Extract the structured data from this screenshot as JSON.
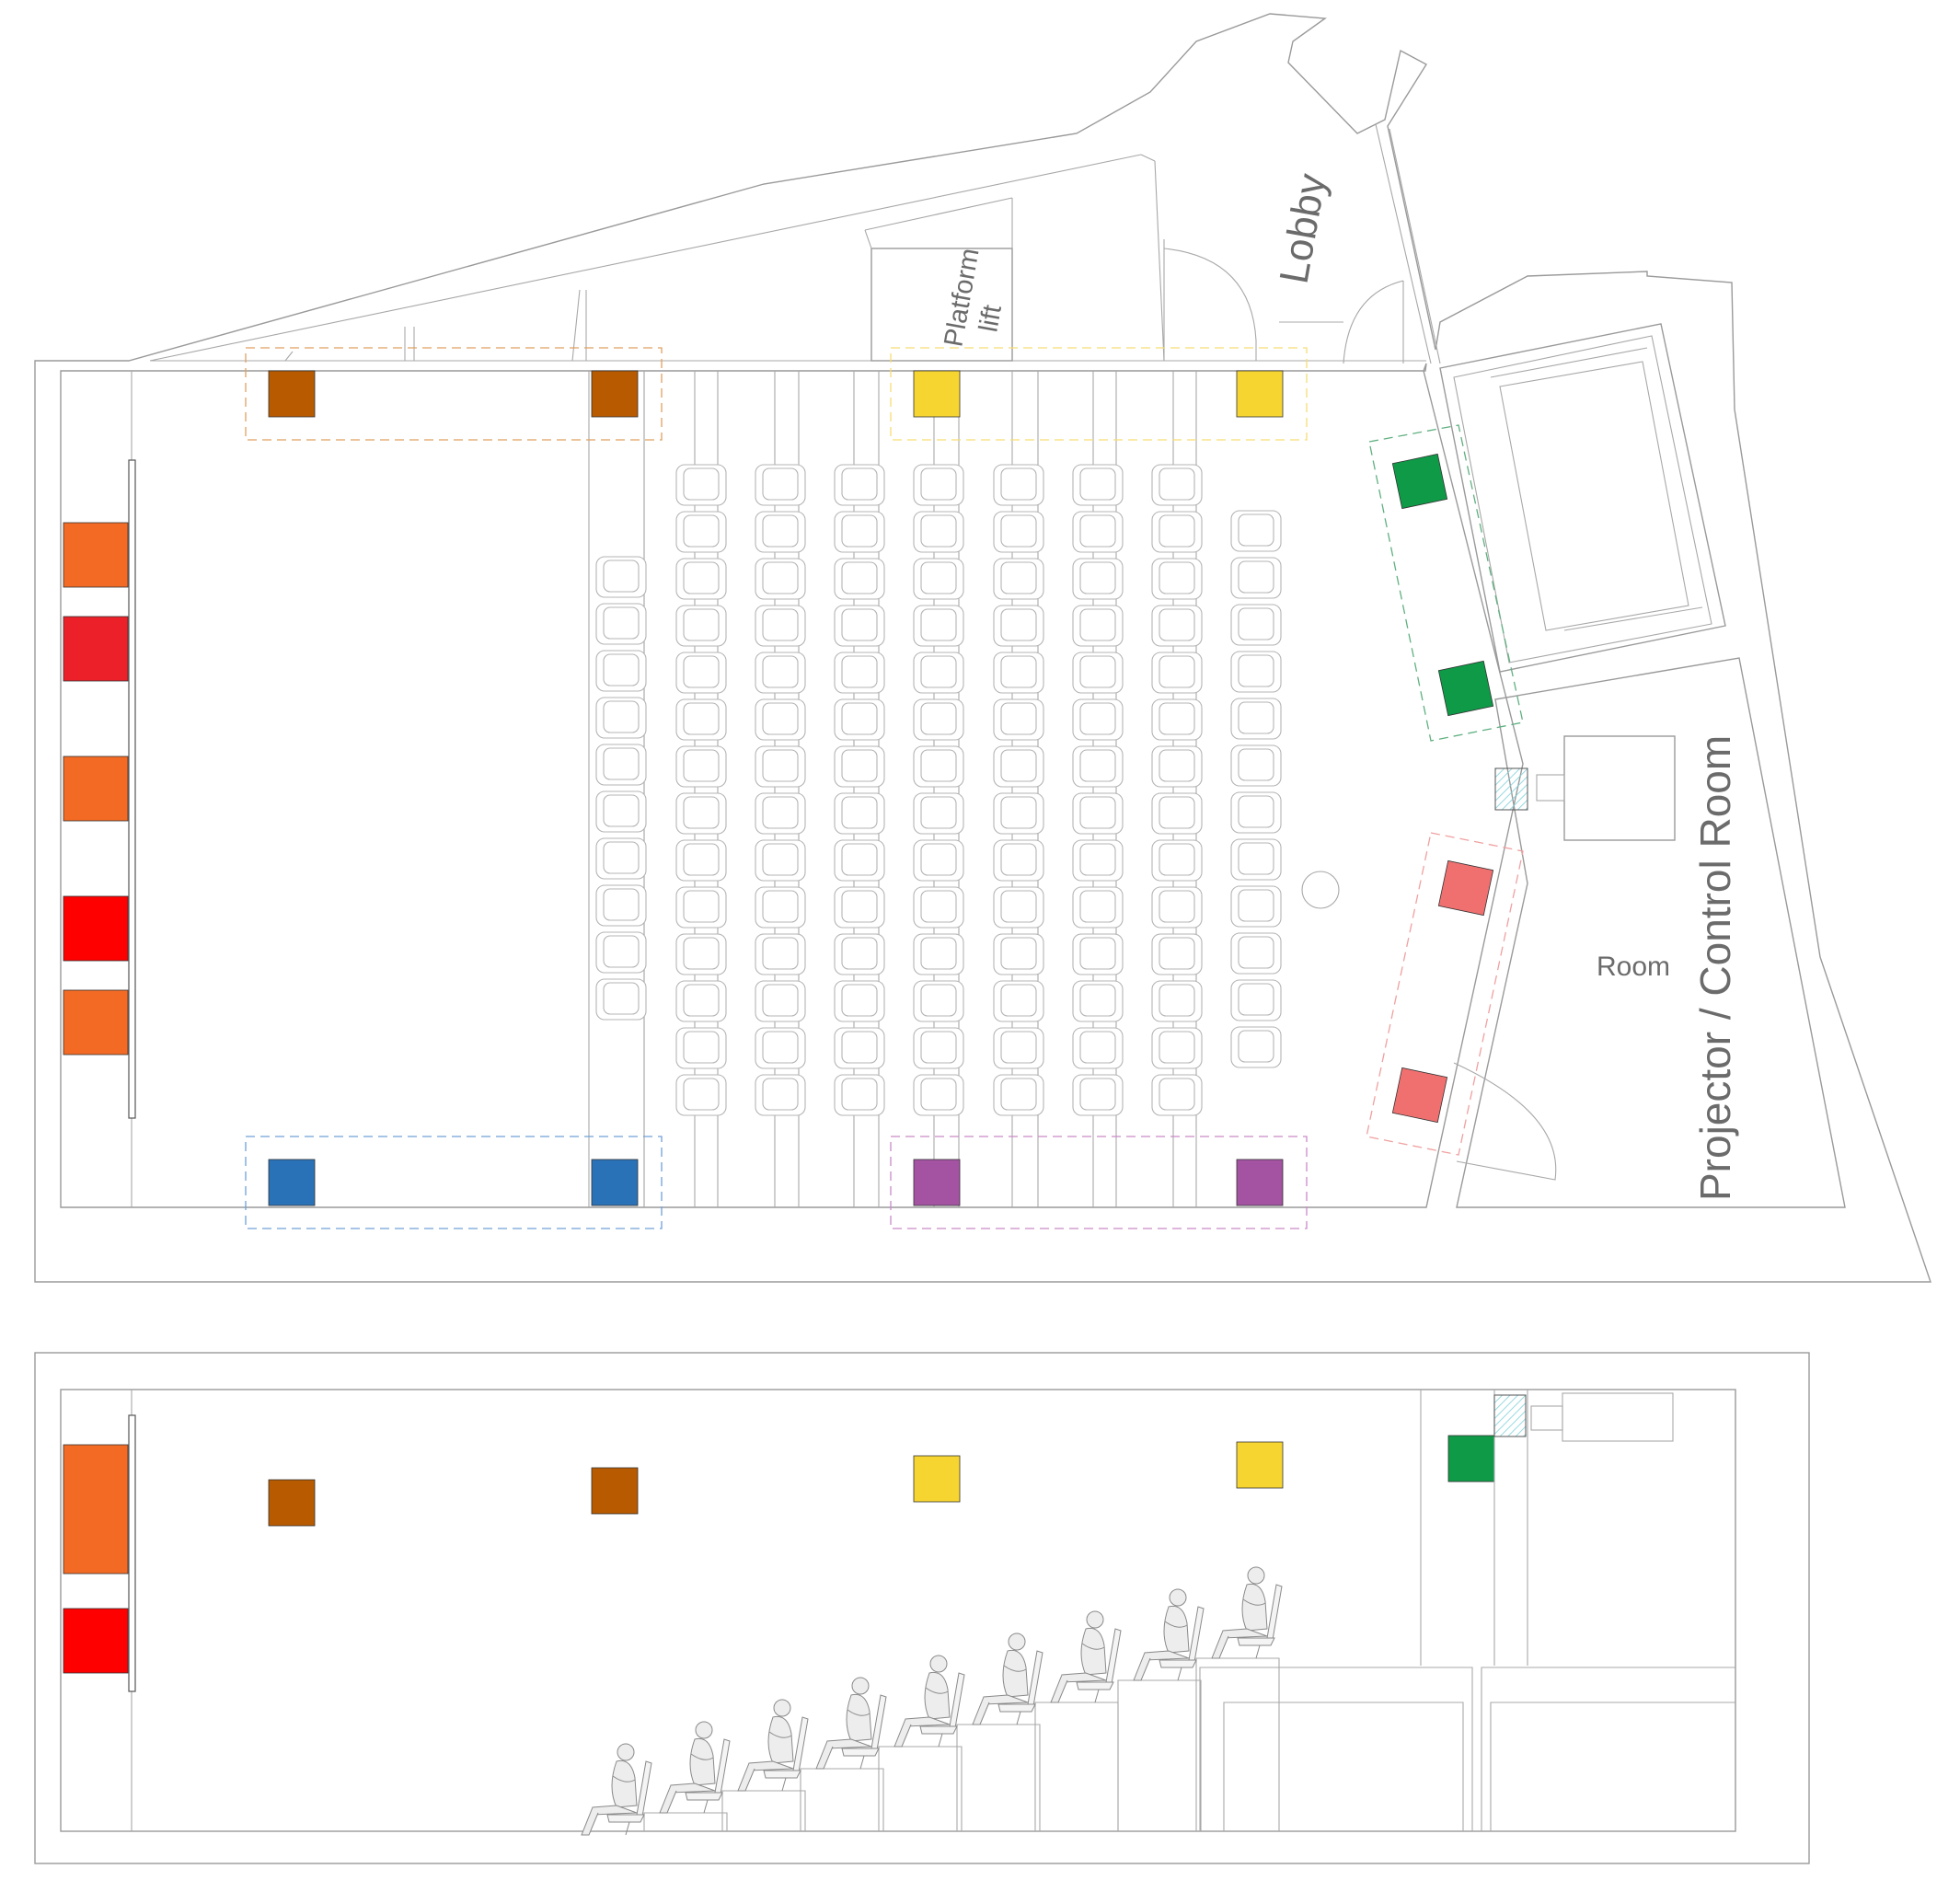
{
  "labels": {
    "lobby": "Lobby",
    "platform_lift_line1": "Platform",
    "platform_lift_line2": "lift",
    "projector_room": "Projector / Control Room",
    "room": "Room"
  },
  "colors": {
    "brown": "#b85a00",
    "yellow": "#f7d531",
    "green": "#0e9a47",
    "salmon": "#f07070",
    "blue": "#2a72b8",
    "purple": "#a453a2",
    "orange": "#f26a23",
    "red_dark": "#ec2028",
    "red": "#ff0000",
    "hatch": "#7fd1d8",
    "line": "#9a9a9a"
  },
  "icons": [
    "speaker-icon",
    "seat-icon",
    "person-icon",
    "projector-icon",
    "door-icon",
    "column-icon"
  ]
}
